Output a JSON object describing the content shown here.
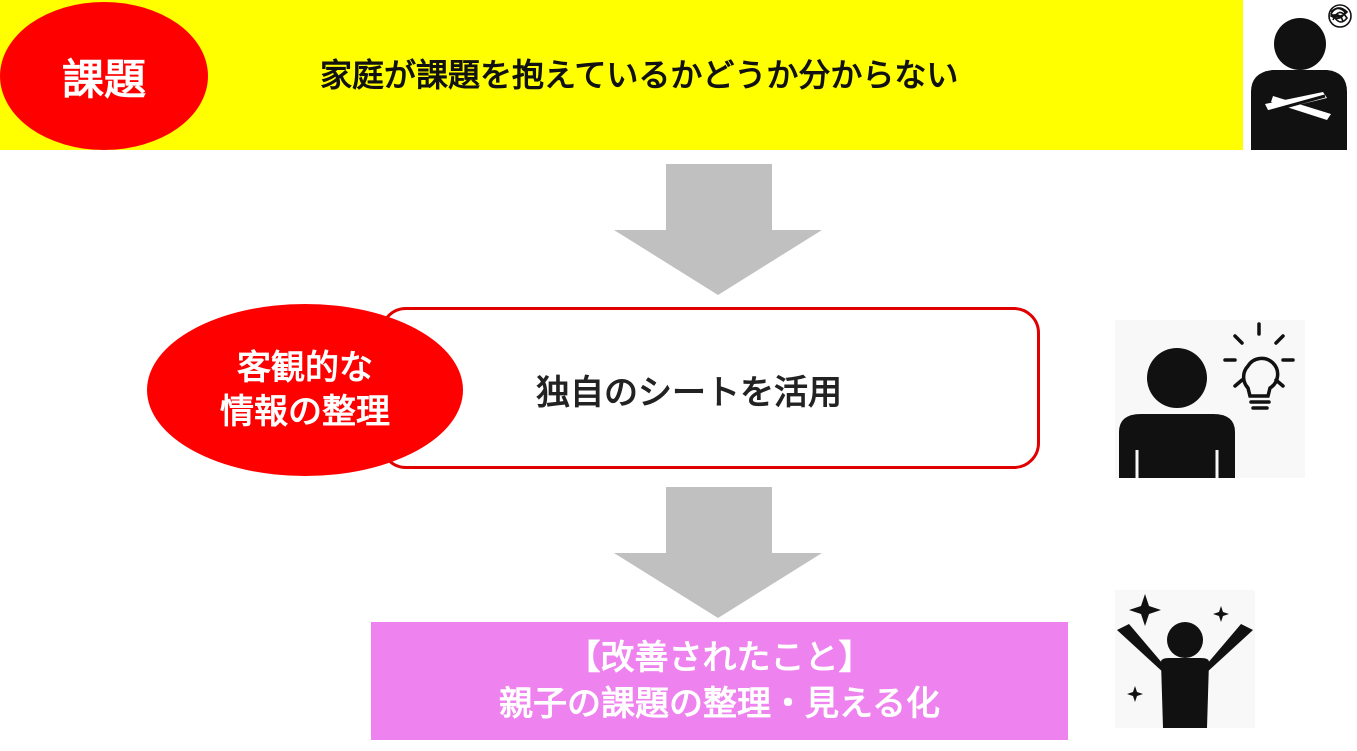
{
  "problem": {
    "label": "課題",
    "text": "家庭が課題を抱えているかどうか分からない"
  },
  "method": {
    "label_line1": "客観的な",
    "label_line2": "情報の整理",
    "text": "独自のシートを活用"
  },
  "result": {
    "line1": "【改善されたこと】",
    "line2": "親子の課題の整理・見える化"
  },
  "icons": {
    "problem": "person-arms-crossed-confused-icon",
    "method": "person-lightbulb-idea-icon",
    "result": "person-arms-raised-sparkles-icon"
  },
  "colors": {
    "problem_bg": "#ffff00",
    "oval": "#ff0000",
    "method_border": "#e00000",
    "result_bg": "#ee82ee",
    "arrow": "#c0c0c0"
  }
}
